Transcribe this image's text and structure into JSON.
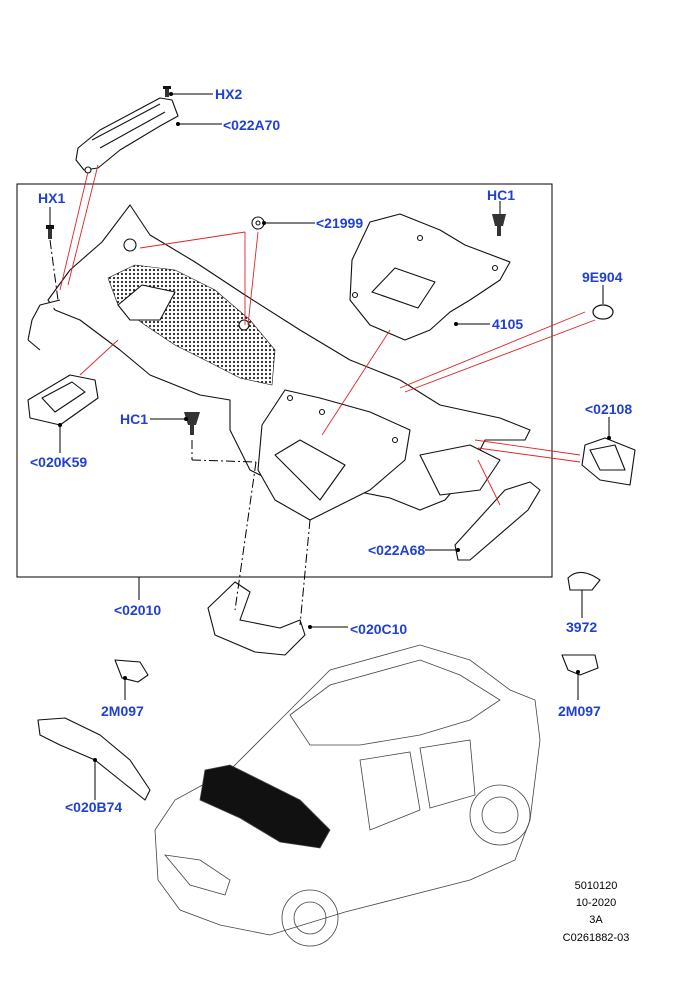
{
  "callouts": {
    "hx2": "HX2",
    "p022A70": "<022A70",
    "hx1": "HX1",
    "p21999": "<21999",
    "hc1_top": "HC1",
    "p9E904": "9E904",
    "p4105": "4105",
    "p02108": "<02108",
    "p020K59": "<020K59",
    "hc1_mid": "HC1",
    "p022A68": "<022A68",
    "p02010": "<02010",
    "p020C10": "<020C10",
    "p3972": "3972",
    "p2M097_left": "2M097",
    "p2M097_right": "2M097",
    "p020B74": "<020B74"
  },
  "footer": {
    "line1": "5010120",
    "line2": "10-2020",
    "line3": "3A",
    "line4": "C0261882-03"
  },
  "colors": {
    "callout_text": "#1f3fd6",
    "leader_red": "#e0242b",
    "line": "#000000"
  }
}
